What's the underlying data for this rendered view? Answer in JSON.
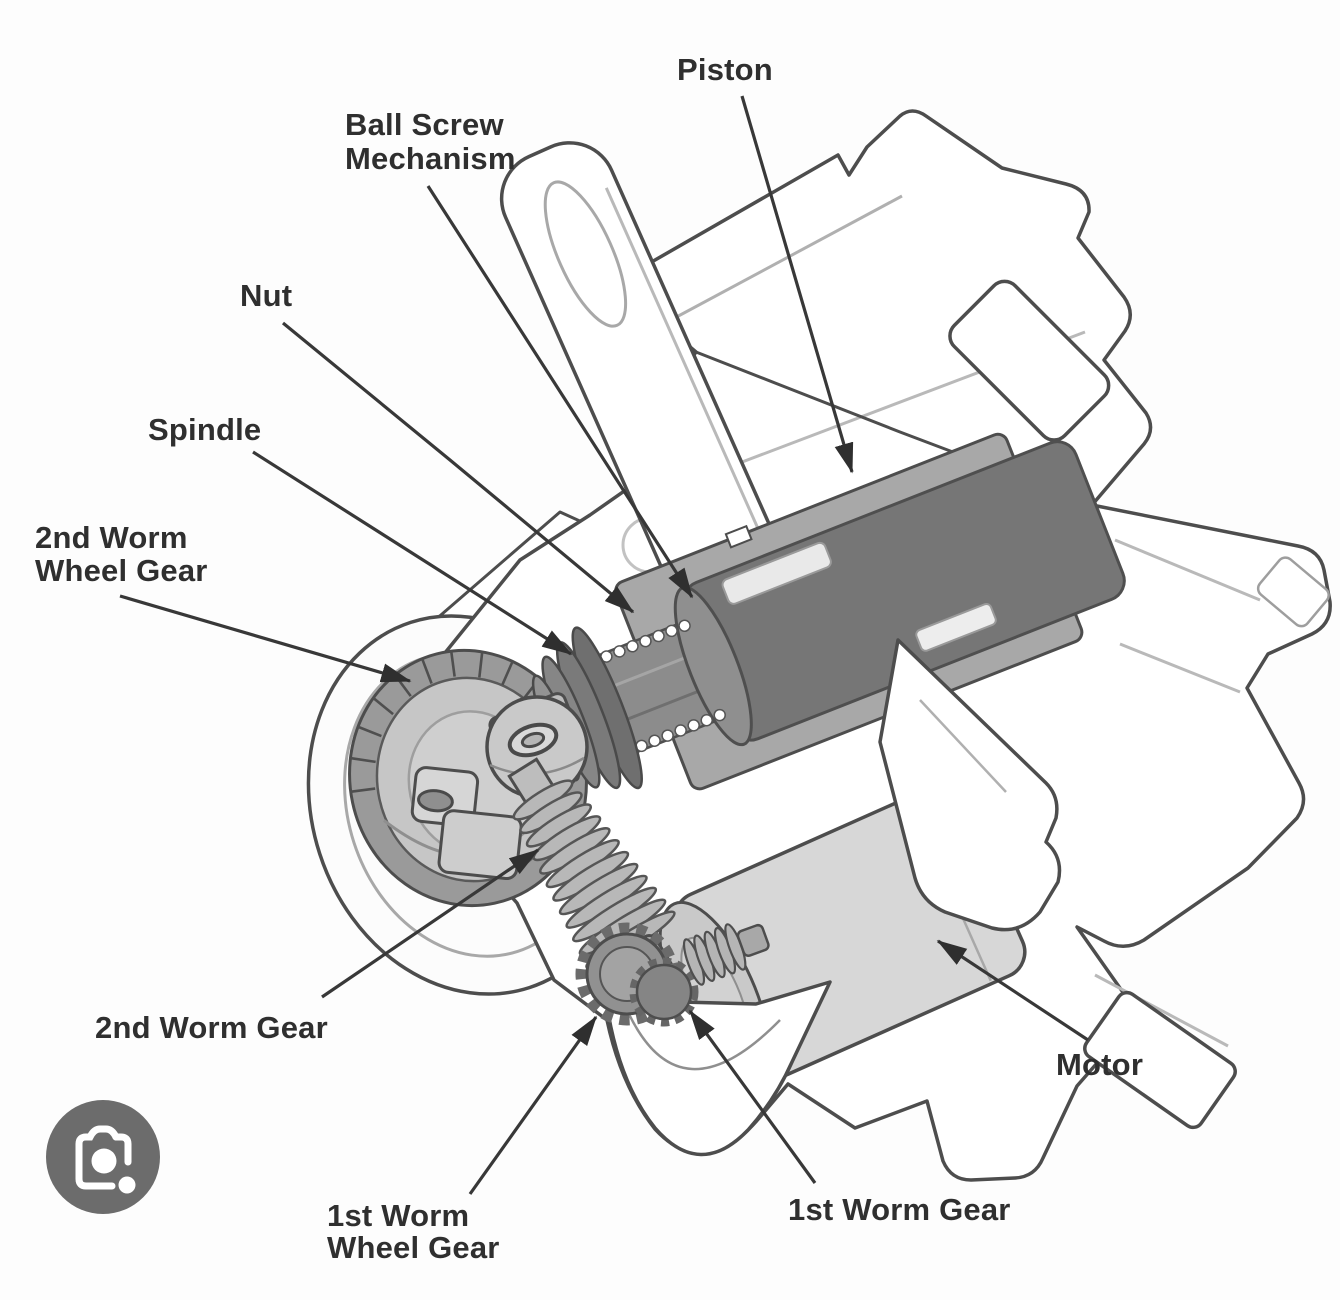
{
  "diagram": {
    "labels": {
      "piston": "Piston",
      "ball_screw_1": "Ball Screw",
      "ball_screw_2": "Mechanism",
      "nut": "Nut",
      "spindle": "Spindle",
      "worm_wheel_2_1": "2nd Worm",
      "worm_wheel_2_2": "Wheel Gear",
      "worm_gear_2": "2nd Worm Gear",
      "worm_wheel_1_1": "1st Worm",
      "worm_wheel_1_2": "Wheel Gear",
      "worm_gear_1": "1st Worm Gear",
      "motor": "Motor"
    },
    "colors": {
      "background": "#fdfdfd",
      "line_art": "#4d4d4d",
      "label_text": "#2f2f2f",
      "leader_line": "#383838",
      "piston_fill": "#767676",
      "housing_fill": "#a8a8a8",
      "motor_fill": "#d7d7d7",
      "gear_face_fill": "#c6c6c6",
      "lens_button": "#6c6c6c"
    },
    "icons": {
      "lens_button": "camera-lens-icon"
    }
  }
}
